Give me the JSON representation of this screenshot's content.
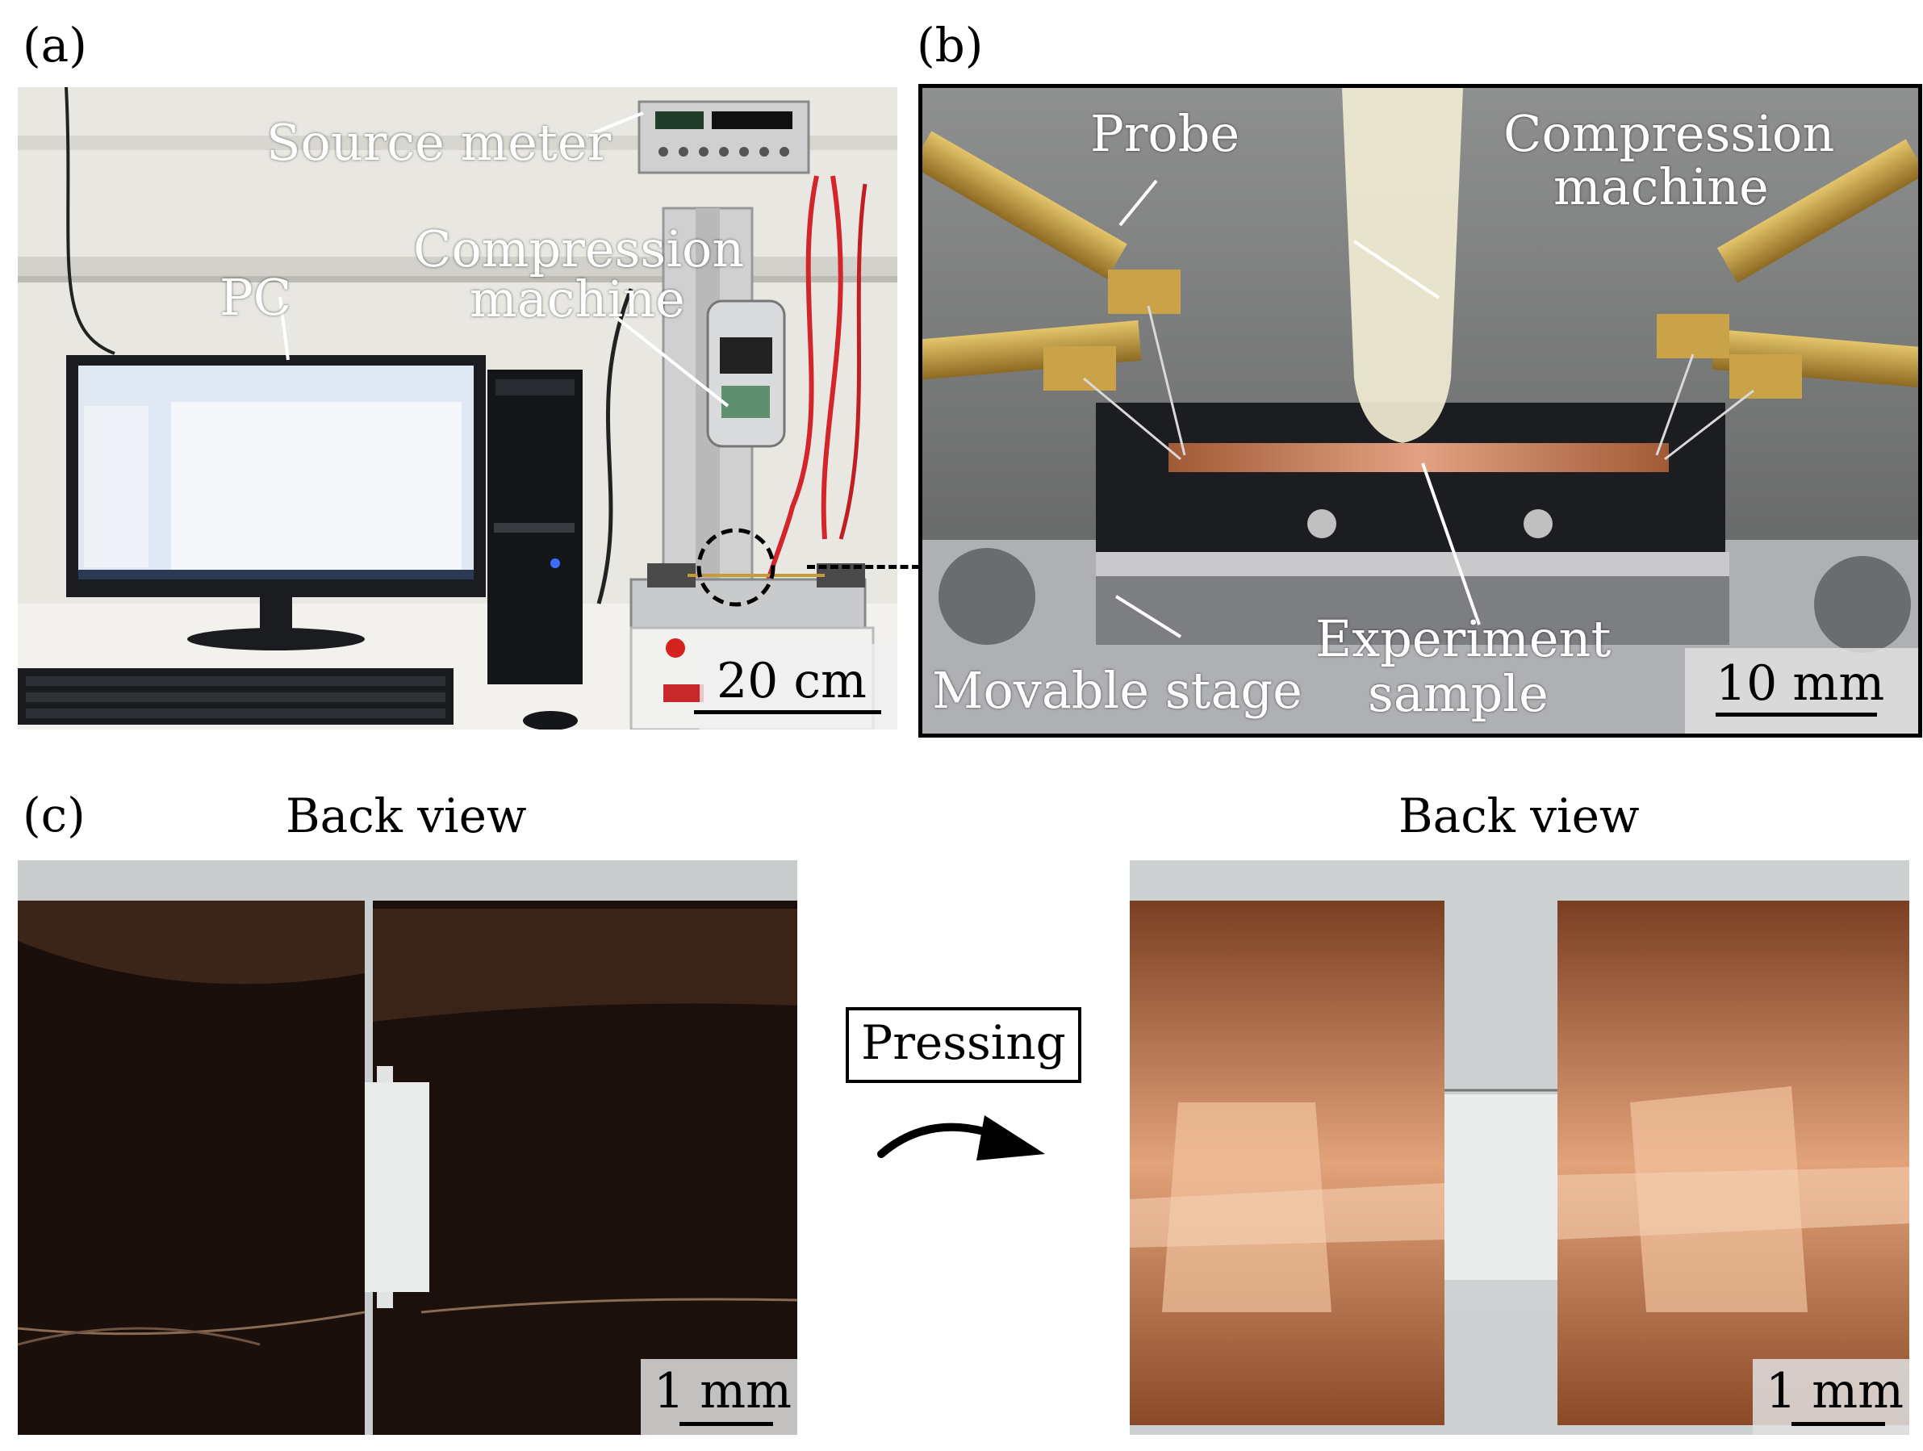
{
  "panels": {
    "a": {
      "label": "(a)",
      "annotations": {
        "source_meter": "Source meter",
        "compression_machine_line1": "Compression",
        "compression_machine_line2": "machine",
        "pc": "PC"
      },
      "scale_bar": "20 cm"
    },
    "b": {
      "label": "(b)",
      "annotations": {
        "probe": "Probe",
        "compression_machine_line1": "Compression",
        "compression_machine_line2": "machine",
        "movable_stage": "Movable stage",
        "experiment_sample_line1": "Experiment",
        "experiment_sample_line2": "sample"
      },
      "scale_bar": "10 mm"
    },
    "c": {
      "label": "(c)",
      "left_title": "Back view",
      "right_title": "Back view",
      "action": "Pressing",
      "left_scale_bar": "1 mm",
      "right_scale_bar": "1 mm"
    }
  },
  "colors": {
    "copper": "#c8794a",
    "dark_copper": "#2a1710",
    "lab_background": "#e6e4df",
    "stage_grey": "#6f7070"
  }
}
